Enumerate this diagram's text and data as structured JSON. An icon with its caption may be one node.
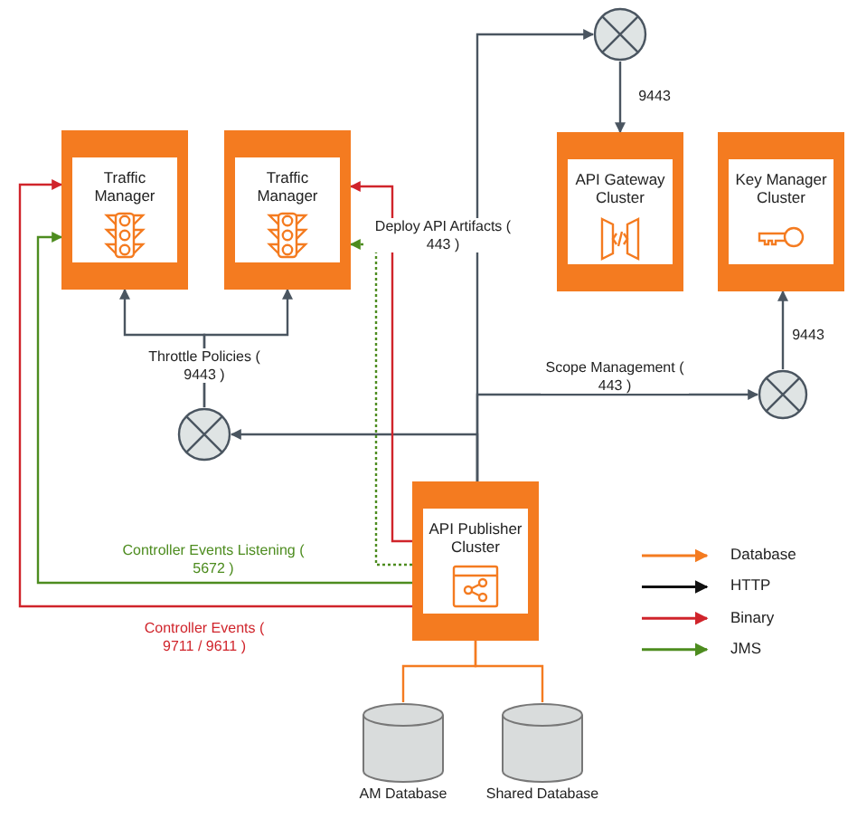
{
  "diagram": {
    "nodes": [
      {
        "text": [],
        "shape": "circle"
      },
      {
        "text": [
          "Traffic Manager"
        ]
      },
      {
        "text": [
          "Traffic Manager"
        ]
      },
      {
        "text": [
          "API Gateway Cluster"
        ]
      },
      {
        "text": [
          "Key Manager Cluster"
        ]
      },
      {
        "text": [],
        "shape": "circle"
      },
      {
        "text": [],
        "shape": "circle"
      },
      {
        "text": [
          "API Publisher Cluster"
        ]
      },
      {
        "text": [
          "AM Database"
        ]
      },
      {
        "text": [
          "Shared Database"
        ]
      }
    ],
    "edges": [
      {
        "from": 7,
        "to": 0,
        "arrow": "to",
        "label": "Deploy API Artifacts ( 443 )"
      },
      {
        "from": 0,
        "to": 3,
        "arrow": "to",
        "label": "9443"
      },
      {
        "from": 7,
        "to": 5,
        "arrow": "to",
        "label": "Scope Management ( 443 )"
      },
      {
        "from": 5,
        "to": 4,
        "arrow": "to",
        "label": "9443"
      },
      {
        "from": 7,
        "to": 6,
        "arrow": "to"
      },
      {
        "from": 6,
        "to": 1,
        "arrow": "to"
      },
      {
        "from": 6,
        "to": 2,
        "arrow": "to"
      },
      {
        "from": 7,
        "to": 1,
        "arrow": "to",
        "color": "#d0242b",
        "label": "Controller Events ( 9711 / 9611 )"
      },
      {
        "from": 7,
        "to": 1,
        "arrow": "to",
        "color": "#4d8c1f",
        "label": "Controller Events Listening ( 5672 )"
      },
      {
        "from": 7,
        "to": 2,
        "arrow": "to",
        "color": "#d0242b"
      },
      {
        "from": 7,
        "to": 2,
        "arrow": "to",
        "color": "#4d8c1f",
        "style": "dashed"
      },
      {
        "from": 7,
        "to": 8,
        "arrow": "none",
        "color": "#f47b20"
      },
      {
        "from": 7,
        "to": 9,
        "arrow": "none",
        "color": "#f47b20"
      }
    ],
    "labels": [
      "Throttle Policies ( 9443 )"
    ],
    "legend": [
      {
        "text": "Database"
      },
      {
        "text": "HTTP"
      },
      {
        "text": "Binary"
      },
      {
        "text": "JMS"
      }
    ]
  }
}
